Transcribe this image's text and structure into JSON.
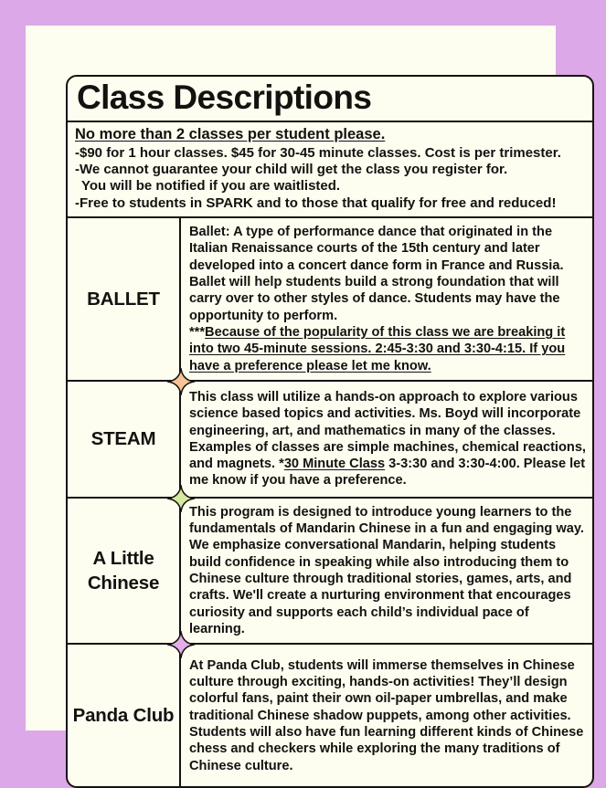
{
  "theme": {
    "mat_color": "#dda8e8",
    "paper_color": "#fdfdf0",
    "ink_color": "#141210"
  },
  "header": {
    "title": "Class Descriptions"
  },
  "notes": {
    "heading": "No more than 2 classes per student please.",
    "lines": [
      "-$90 for 1 hour classes. $45 for 30-45 minute classes. Cost is per trimester.",
      "-We cannot guarantee your child will get the class you register for.",
      "You will be notified if you are waitlisted.",
      "-Free to students in SPARK and to those that qualify for free and reduced!"
    ]
  },
  "table": {
    "rows": [
      {
        "name": "BALLET",
        "description_plain": "Ballet: A type of performance dance that originated in the Italian Renaissance courts of the 15th century and later developed into a concert dance form in France and Russia. Ballet will help students build a strong foundation that will carry over to other styles of dance. Students may have the opportunity to perform.",
        "description_extra_prefix": "***",
        "description_underlined": "Because of the popularity of this class we are breaking it into two 45-minute sessions. 2:45-3:30 and 3:30-4:15. If you have a preference please let me know.",
        "sparkle_color": "#f7c397"
      },
      {
        "name": "STEAM",
        "description_plain": "This class will utilize a hands-on approach to explore various science based topics and activities. Ms. Boyd will incorporate engineering, art, and mathematics in many of the classes. Examples of classes are simple machines, chemical reactions, and magnets. *",
        "description_underlined": "30 Minute Class",
        "description_tail": " 3-3:30 and 3:30-4:00. Please let me know if you have a preference.",
        "sparkle_color": "#d5eaa0"
      },
      {
        "name": "A Little Chinese",
        "description_plain": "This program is designed to introduce young learners to the fundamentals of Mandarin Chinese in a fun and engaging way. We emphasize conversational Mandarin, helping students build confidence in speaking while also introducing them to Chinese culture through traditional stories, games, arts, and crafts. We'll create a nurturing environment that encourages curiosity and supports each child’s individual pace of learning.",
        "sparkle_color": "#e3aee8"
      },
      {
        "name": "Panda Club",
        "description_plain": "At Panda Club, students will immerse themselves in Chinese culture through exciting, hands-on activities! They’ll design colorful fans, paint their own oil-paper umbrellas, and make traditional Chinese shadow puppets, among other activities. Students will also have fun learning different kinds of Chinese chess and checkers while exploring the many traditions of Chinese culture.",
        "sparkle_color": null
      }
    ]
  },
  "icons": {
    "sparkle": "four-point-sparkle-icon"
  }
}
